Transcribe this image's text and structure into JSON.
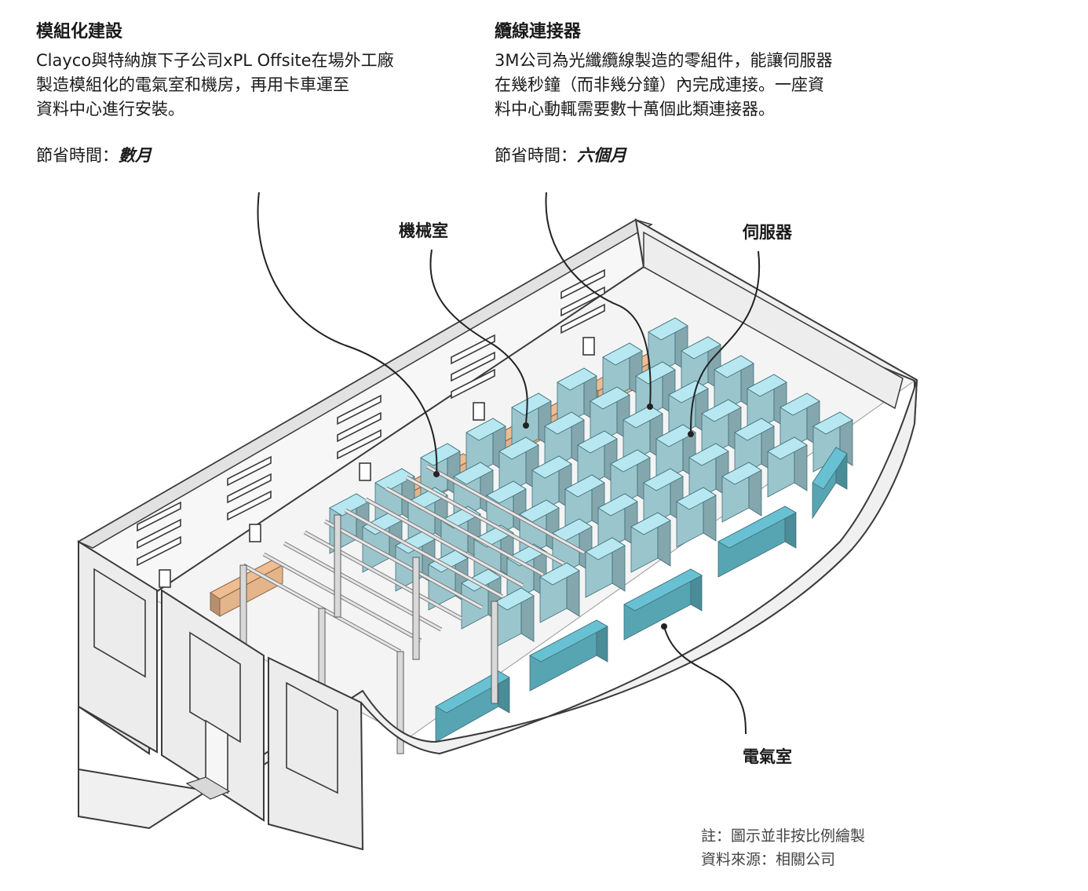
{
  "left_block": {
    "heading": "模組化建設",
    "lines": [
      "Clayco與特納旗下子公司xPL Offsite在場外工廠",
      "製造模組化的電氣室和機房，再用卡車運至",
      "資料中心進行安裝。"
    ],
    "saved_label": "節省時間：",
    "saved_value": "數月"
  },
  "right_block": {
    "heading": "纜線連接器",
    "lines": [
      "3M公司為光纖纜線製造的零組件，能讓伺服器",
      "在幾秒鐘（而非幾分鐘）內完成連接。一座資",
      "料中心動輒需要數十萬個此類連接器。"
    ],
    "saved_label": "節省時間：",
    "saved_value": "六個月"
  },
  "callouts": {
    "mechanical_room": "機械室",
    "servers": "伺服器",
    "electrical_room": "電氣室"
  },
  "notes": {
    "scale": "註：圖示並非按比例繪製",
    "source": "資料來源：相關公司"
  },
  "colors": {
    "wall": "#ececec",
    "wall_edge": "#3a3a3a",
    "server": "#a9d6df",
    "electrical": "#5fb3c2",
    "mechanical": "#e4b48a",
    "rack": "#d9d9d9"
  }
}
